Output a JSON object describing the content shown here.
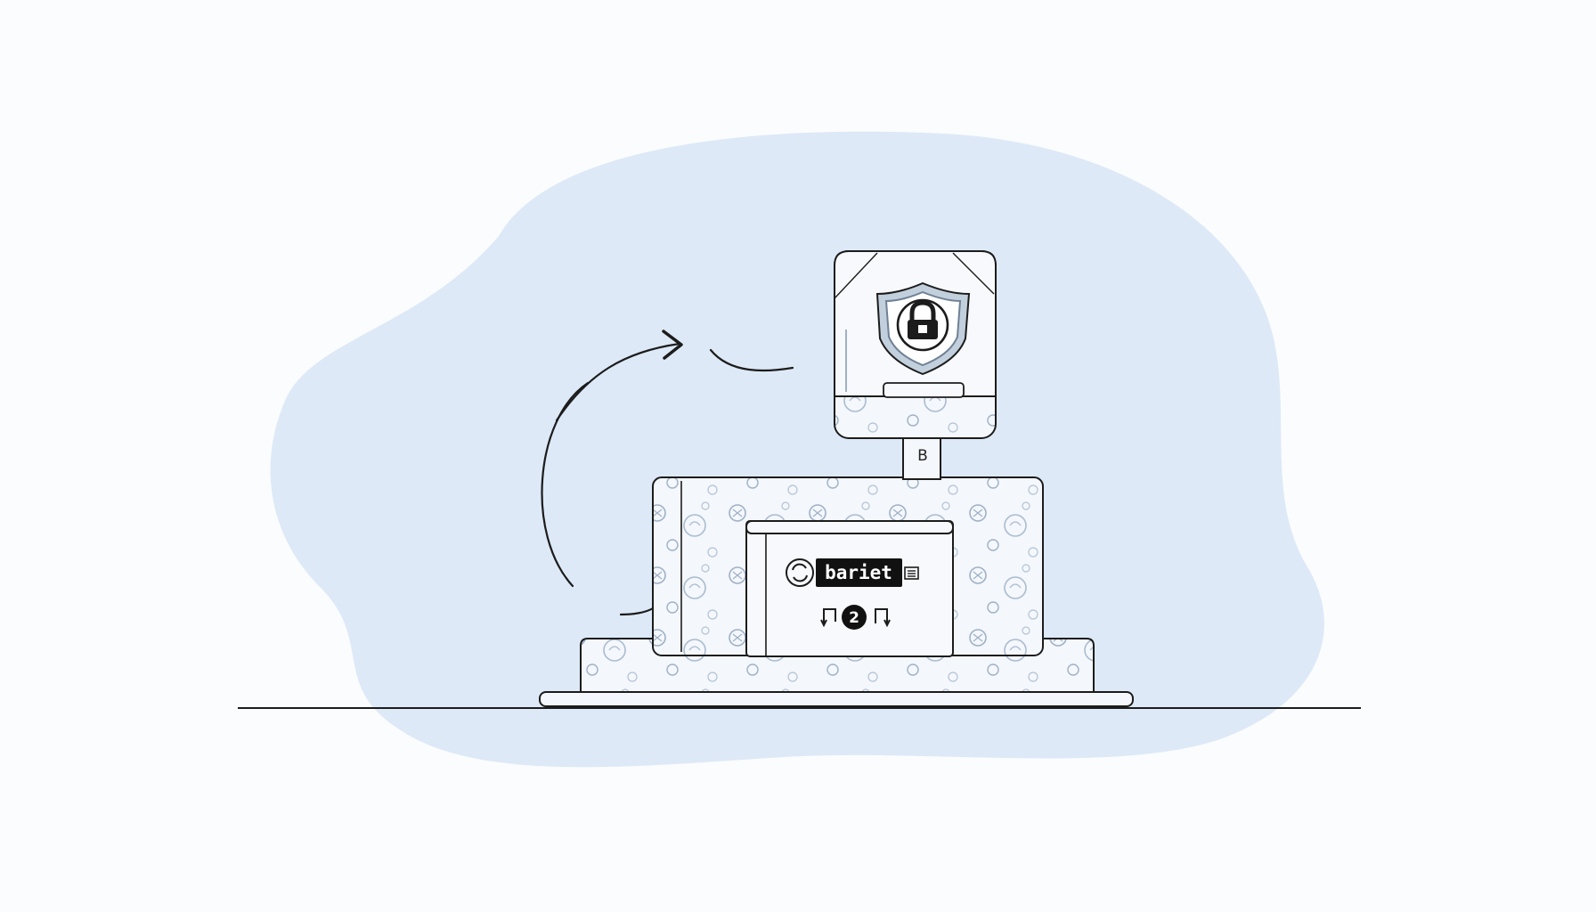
{
  "colors": {
    "background": "#fbfcfd",
    "blob": "#dde9f7",
    "outline": "#1c1c1c",
    "speckle": "#9fb1c6",
    "fill": "#f4f7fb"
  },
  "device": {
    "post_label": "B",
    "brand_label": "bariet",
    "counter_label": "2"
  },
  "icons": [
    "shield-lock-icon",
    "refresh-icon",
    "menu-icon",
    "arrow-up-icon",
    "arrow-down-icon",
    "curved-arrow-icon"
  ]
}
